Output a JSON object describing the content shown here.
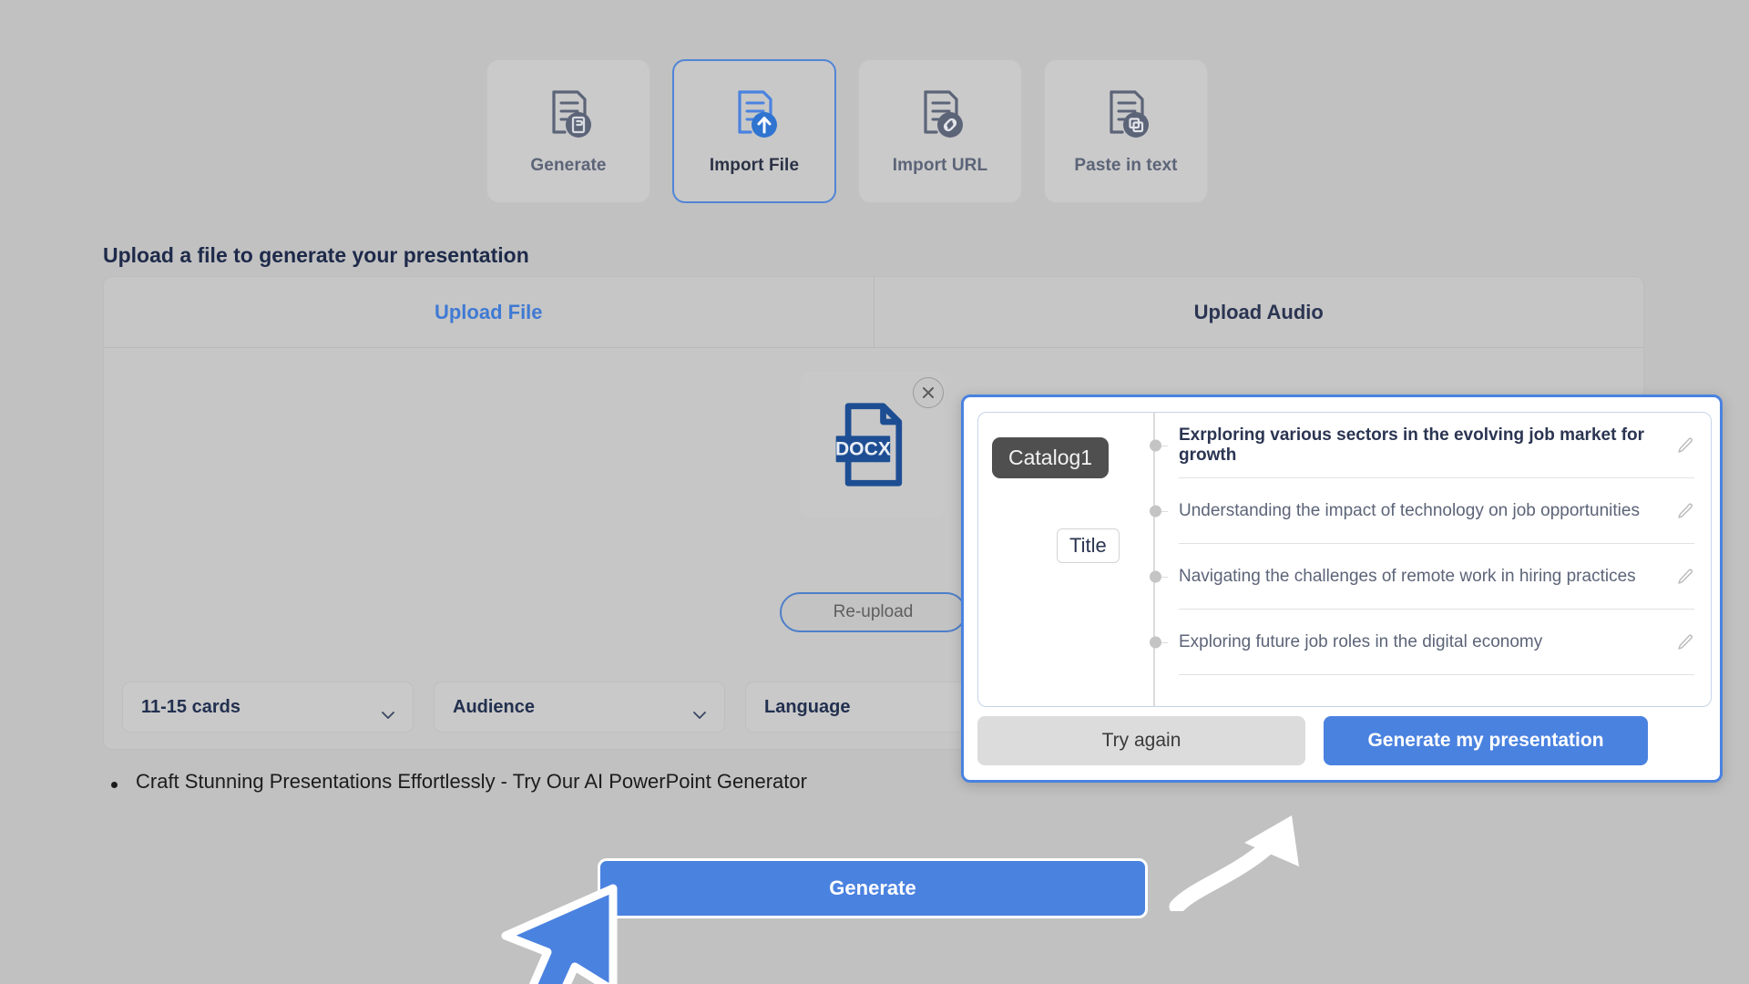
{
  "mode_cards": [
    {
      "label": "Generate",
      "icon": "document-p-icon",
      "active": false
    },
    {
      "label": "Import File",
      "icon": "document-upload-icon",
      "active": true
    },
    {
      "label": "Import URL",
      "icon": "document-link-icon",
      "active": false
    },
    {
      "label": "Paste in text",
      "icon": "document-copy-icon",
      "active": false
    }
  ],
  "section": {
    "heading": "Upload a file to generate your presentation"
  },
  "tabs": [
    {
      "label": "Upload File",
      "active": true
    },
    {
      "label": "Upload Audio",
      "active": false
    }
  ],
  "uploaded_file": {
    "type_label": "DOCX",
    "close_icon": "close-icon"
  },
  "reupload": {
    "label": "Re-upload"
  },
  "selects": [
    {
      "label": "11-15 cards"
    },
    {
      "label": "Audience"
    },
    {
      "label": "Language"
    }
  ],
  "bullet": {
    "text": "Craft Stunning Presentations Effortlessly - Try Our AI PowerPoint Generator"
  },
  "generate": {
    "label": "Generate"
  },
  "popup": {
    "catalog_label": "Catalog1",
    "title_label": "Title",
    "outline": [
      {
        "text": "Exrploring various sectors in the evolving job market for growth",
        "primary": true
      },
      {
        "text": "Understanding the impact of technology on job opportunities",
        "primary": false
      },
      {
        "text": "Navigating the challenges of remote work in hiring practices",
        "primary": false
      },
      {
        "text": "Exploring future job roles in the digital economy",
        "primary": false
      }
    ],
    "try_again_label": "Try again",
    "generate_label": "Generate my presentation"
  },
  "colors": {
    "accent_blue": "#4a82e0",
    "link_blue": "#3f7ad4",
    "page_bg": "#c1c1c1",
    "panel_bg": "#c6c6c6",
    "text_dark": "#2b3552",
    "muted": "#5c6478"
  }
}
